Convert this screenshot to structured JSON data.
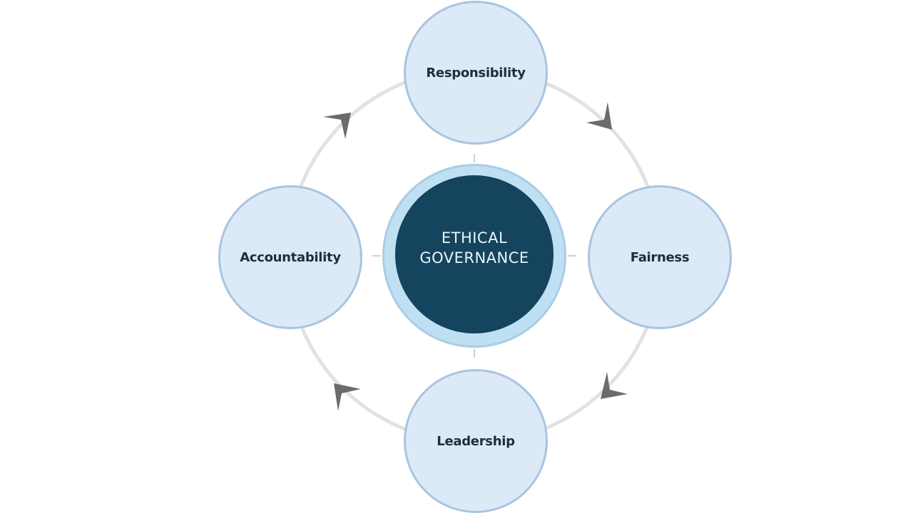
{
  "diagram": {
    "type": "cycle",
    "direction": "clockwise",
    "center": {
      "line1": "ETHICAL",
      "line2": "GOVERNANCE",
      "color": "#14445e",
      "ring_color": "#bfe0f3"
    },
    "nodes": [
      {
        "id": "top",
        "label": "Responsibility"
      },
      {
        "id": "right",
        "label": "Fairness"
      },
      {
        "id": "bottom",
        "label": "Leadership"
      },
      {
        "id": "left",
        "label": "Accountability"
      }
    ],
    "colors": {
      "node_fill": "#dce9f7",
      "node_border": "#a9c4df",
      "connector": "#e2e2e2",
      "arrow": "#6b6b6b"
    }
  }
}
